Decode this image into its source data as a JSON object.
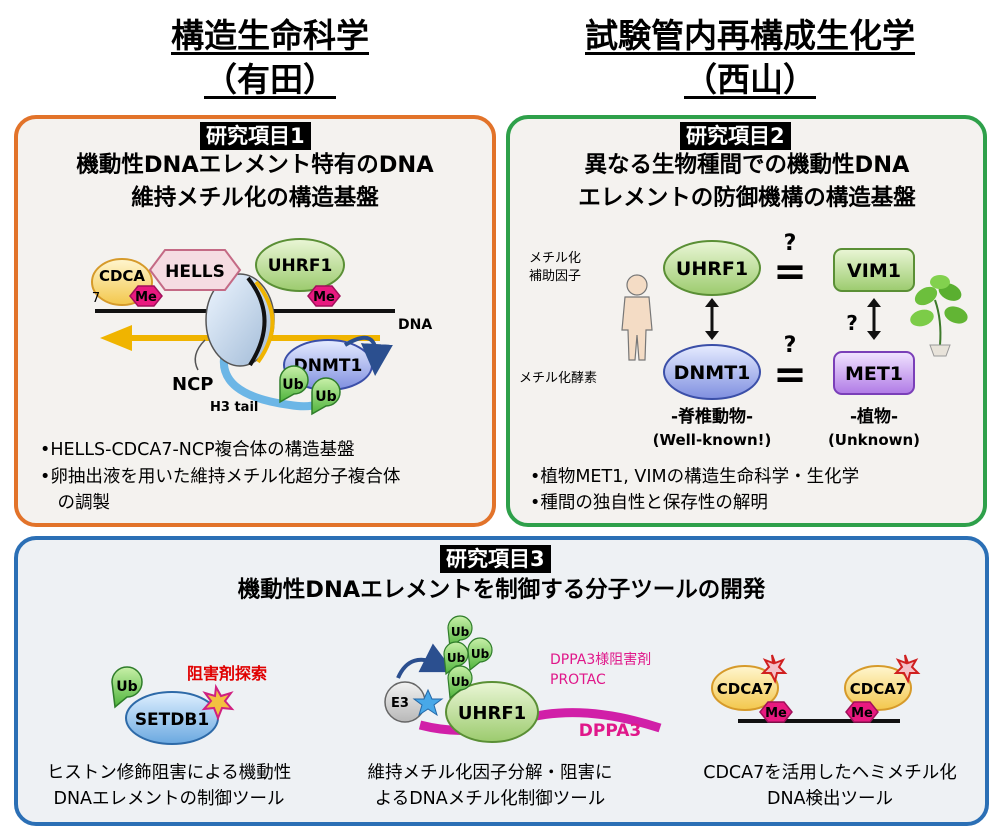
{
  "headers": {
    "left": {
      "title": "構造生命科学",
      "name": "（有田）"
    },
    "right": {
      "title": "試験管内再構成生化学",
      "name": "（西山）"
    }
  },
  "panel1": {
    "tag": "研究項目1",
    "title": [
      "機動性DNAエレメント特有のDNA",
      "維持メチル化の構造基盤"
    ],
    "labels": {
      "cdca": "CDCA",
      "seven": "7",
      "me": "Me",
      "hells": "HELLS",
      "uhrf1": "UHRF1",
      "dna": "DNA",
      "ncp": "NCP",
      "dnmt1": "DNMT1",
      "ub": "Ub",
      "h3tail": "H3 tail"
    },
    "bullets": [
      "•HELLS-CDCA7-NCP複合体の構造基盤",
      "•卵抽出液を用いた維持メチル化超分子複合体",
      "　の調製"
    ]
  },
  "panel2": {
    "tag": "研究項目2",
    "title": [
      "異なる生物種間での機動性DNA",
      "エレメントの防御機構の構造基盤"
    ],
    "labels": {
      "cofactor": [
        "メチル化",
        "補助因子"
      ],
      "enzyme": "メチル化酵素",
      "uhrf1": "UHRF1",
      "dnmt1": "DNMT1",
      "vim1": "VIM1",
      "met1": "MET1",
      "q": "?",
      "eq": "=",
      "vert": "-脊椎動物-",
      "vert_note": "(Well-known!)",
      "plant": "-植物-",
      "plant_note": "(Unknown)"
    },
    "bullets": [
      "•植物MET1, VIMの構造生命科学・生化学",
      "•種間の独自性と保存性の解明"
    ]
  },
  "panel3": {
    "tag": "研究項目3",
    "title": "機動性DNAエレメントを制御する分子ツールの開発",
    "tool1": {
      "ub": "Ub",
      "setdb1": "SETDB1",
      "search": "阻害剤探索",
      "caption": [
        "ヒストン修飾阻害による機動性",
        "DNAエレメントの制御ツール"
      ]
    },
    "tool2": {
      "ub": "Ub",
      "e3": "E3",
      "uhrf1": "UHRF1",
      "dppa3": "DPPA3",
      "note": [
        "DPPA3様阻害剤",
        "PROTAC"
      ],
      "caption": [
        "維持メチル化因子分解・阻害に",
        "よるDNAメチル化制御ツール"
      ]
    },
    "tool3": {
      "cdca7": "CDCA7",
      "me": "Me",
      "caption": [
        "CDCA7を活用したヘミメチル化",
        "DNA検出ツール"
      ]
    }
  },
  "colors": {
    "orange": "#e2732a",
    "green": "#2ea04a",
    "blue": "#2b6fb5",
    "magenta": "#e0188a",
    "me_pink": "#e8197f",
    "red": "#e00000"
  }
}
